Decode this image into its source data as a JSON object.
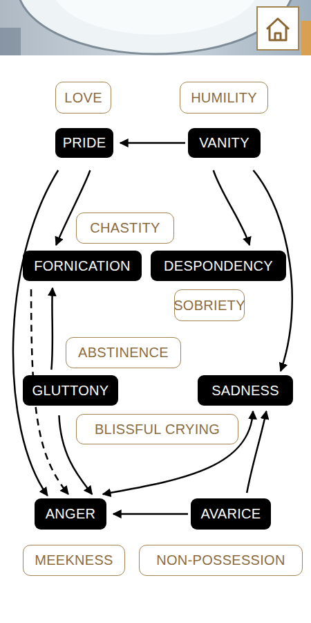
{
  "diagram": {
    "nodes": [
      {
        "text": [
          "LOVE"
        ]
      },
      {
        "text": [
          "HUMILITY"
        ]
      },
      {
        "text": [
          "PRIDE"
        ]
      },
      {
        "text": [
          "VANITY"
        ]
      },
      {
        "text": [
          "CHASTITY"
        ]
      },
      {
        "text": [
          "FORNICATION"
        ]
      },
      {
        "text": [
          "DESPONDENCY"
        ]
      },
      {
        "text": [
          "SOBRIETY"
        ]
      },
      {
        "text": [
          "ABSTINENCE"
        ]
      },
      {
        "text": [
          "GLUTTONY"
        ]
      },
      {
        "text": [
          "SADNESS"
        ]
      },
      {
        "text": [
          "BLISSFUL CRYING"
        ]
      },
      {
        "text": [
          "ANGER"
        ]
      },
      {
        "text": [
          "AVARICE"
        ]
      },
      {
        "text": [
          "MEEKNESS"
        ]
      },
      {
        "text": [
          "NON-POSSESSION"
        ]
      }
    ],
    "edges": [
      {
        "from": 3,
        "to": 2,
        "arrow": "to"
      },
      {
        "from": 2,
        "to": 5,
        "arrow": "to"
      },
      {
        "from": 2,
        "to": 12,
        "arrow": "to"
      },
      {
        "from": 3,
        "to": 6,
        "arrow": "to"
      },
      {
        "from": 3,
        "to": 10,
        "arrow": "to"
      },
      {
        "from": 9,
        "to": 5,
        "arrow": "to"
      },
      {
        "from": 5,
        "to": 12,
        "arrow": "to"
      },
      {
        "from": 9,
        "to": 12,
        "arrow": "to"
      },
      {
        "from": 13,
        "to": 12,
        "arrow": "to"
      },
      {
        "from": 13,
        "to": 10,
        "arrow": "to"
      },
      {
        "from": 12,
        "to": 10,
        "arrow": "both"
      }
    ]
  }
}
